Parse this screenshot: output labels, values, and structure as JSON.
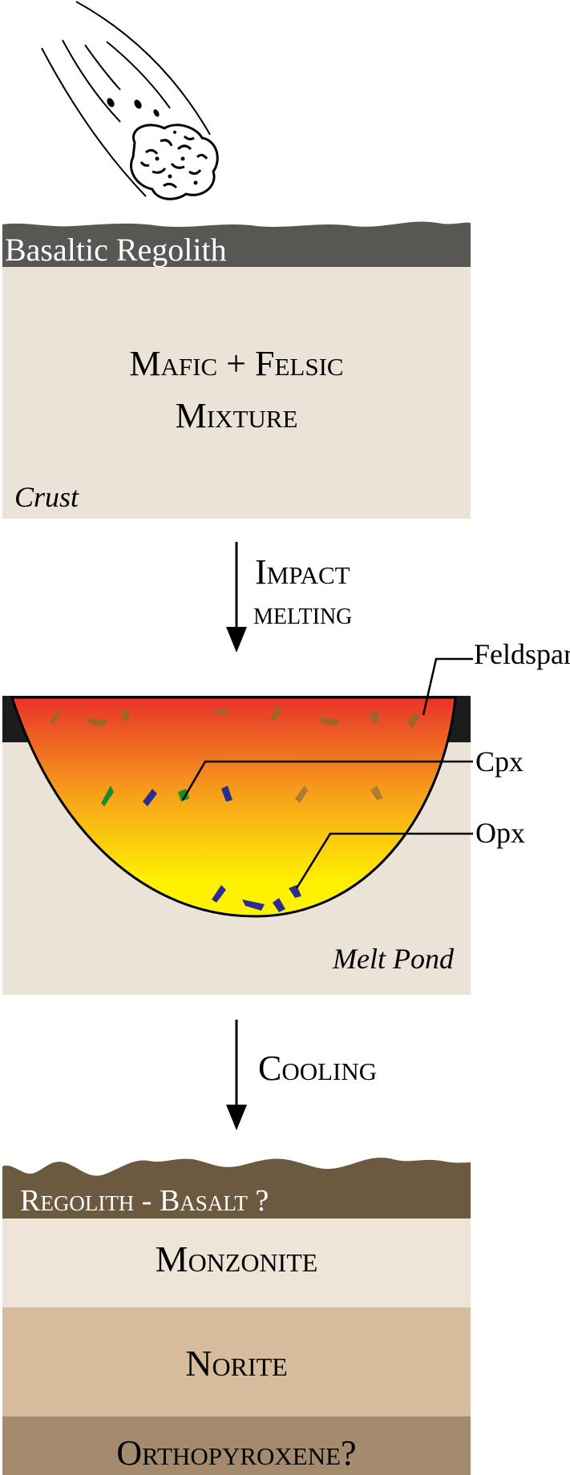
{
  "stage1": {
    "regolith_label": "Basaltic Regolith",
    "crust_text_line1": "Mafic + Felsic",
    "crust_text_line2": "Mixture",
    "crust_label": "Crust",
    "colors": {
      "regolith": "#595753",
      "crust": "#ece3d8"
    }
  },
  "arrow1": {
    "line1": "Impact",
    "line2": "melting"
  },
  "stage2": {
    "callouts": {
      "feldspar": "Feldspar",
      "cpx": "Cpx",
      "opx": "Opx"
    },
    "pond_label": "Melt Pond",
    "colors": {
      "melt_top": "#e8322b",
      "melt_mid": "#f7a21a",
      "melt_bottom": "#fff200",
      "feldspar": "#a0652a",
      "cpx": "#1e8a2e",
      "opx": "#2a2f8f"
    }
  },
  "arrow2": {
    "line1": "Cooling"
  },
  "stage3": {
    "regolith_label": "Regolith - Basalt ?",
    "layer1": "Monzonite",
    "layer2": "Norite",
    "layer3": "Orthopyroxene?",
    "colors": {
      "regolith": "#6c5a40",
      "monzonite": "#efe4d8",
      "norite": "#d6bb9c",
      "orthopyroxene": "#a58b6d"
    }
  }
}
